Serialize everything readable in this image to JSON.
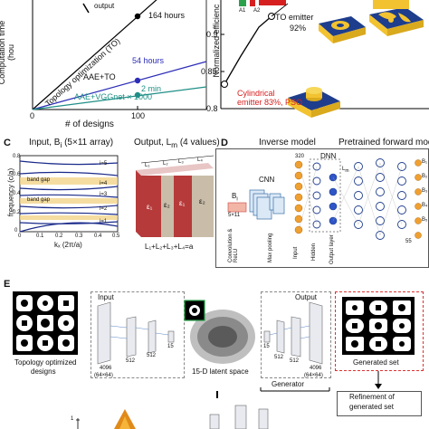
{
  "panelA": {
    "ylabel": "Computation time (hou",
    "xlabel": "# of designs",
    "output_label": "output",
    "line_labels": {
      "to": "Topology optimization (TO)",
      "aae_to": "AAE+TO",
      "aae_vgg": "AAE+VGGnet × 1000",
      "h164": "164 hours",
      "h54": "54 hours",
      "m2": "2 min"
    },
    "x_ticks": [
      "0",
      "100"
    ],
    "colors": {
      "to": "#000000",
      "aae_to": "#2d2db8",
      "aae_vgg": "#1f8f86"
    }
  },
  "panelB": {
    "ylabel": "Normalized efficienc",
    "y_ticks": [
      "0.9",
      "0.85",
      "0.8"
    ],
    "to_label": "TO emitter",
    "to_value": "92%",
    "cyl_label": "Cylindrical",
    "cyl_value": "emitter 83%, PSO",
    "a1": "A1",
    "a2": "A2",
    "colors": {
      "red": "#d62020",
      "gold": "#f2c230",
      "blue": "#1e3d8c"
    }
  },
  "panelC": {
    "letter": "C",
    "input_title": "Input, B",
    "input_sub": "i",
    "input_note": " (5×11 array)",
    "output_title": "Output, L",
    "output_sub": "m",
    "output_note": " (4 values)",
    "ylabel": "frequency (c/a)",
    "xlabel": "kₓ (2π/a)",
    "band_gap": "band gap",
    "band_labels": [
      "i=5",
      "i=4",
      "i=3",
      "i=2",
      "i=1"
    ],
    "y_ticks": [
      "0.8",
      "0.6",
      "0.4",
      "0.2",
      "0"
    ],
    "x_ticks": [
      "0",
      "0.1",
      "0.2",
      "0.3",
      "0.4",
      "0.5"
    ],
    "l_labels": [
      "L₁",
      "L₂",
      "L₃",
      "L₄"
    ],
    "eps_labels": [
      "ε₁",
      "ε₂",
      "ε₁",
      "ε₂"
    ],
    "equation": "L₁+L₂+L₃+L₄=a"
  },
  "panelD": {
    "letter": "D",
    "inverse": "Inverse model",
    "forward": "Pretrained forward model",
    "cnn": "CNN",
    "dnn": "DNN",
    "n320": "320",
    "n55": "55",
    "bi": "B",
    "bi_sub": "i",
    "bi_dim": "5×11",
    "lm": "L",
    "lm_sub": "m",
    "conv": "Convolution & ReLU",
    "maxpool": "Max pooling",
    "input_layer": "Input",
    "hidden": "Hidden",
    "output_layer": "Output layer",
    "b_outputs": [
      "B₁",
      "B₂",
      "B₃",
      "B₄",
      "B₅"
    ]
  },
  "panelE": {
    "letter": "E",
    "input": "Input",
    "output": "Output",
    "topo": "Topology optimized",
    "designs": "designs",
    "latent": "15-D latent space",
    "generator": "Generator",
    "generated": "Generated set",
    "refine1": "Refinement of",
    "refine2": "generated set",
    "n4096": "4096",
    "n64": "(64×64)",
    "n512": "512",
    "n15": "15",
    "bottom_tick": "1"
  }
}
